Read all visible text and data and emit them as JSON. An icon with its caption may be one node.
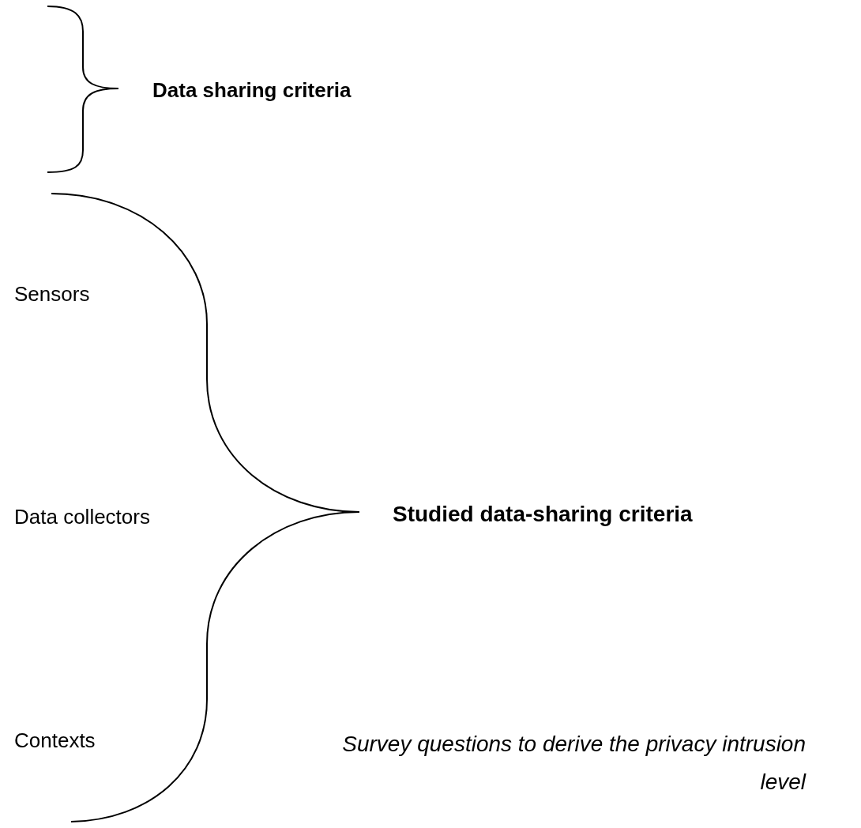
{
  "diagram": {
    "labels": [
      "Data sharing criteria",
      "Sensors",
      "Data collectors",
      "Contexts",
      "Studied data-sharing criteria",
      "Survey questions to derive the privacy intrusion level"
    ]
  }
}
